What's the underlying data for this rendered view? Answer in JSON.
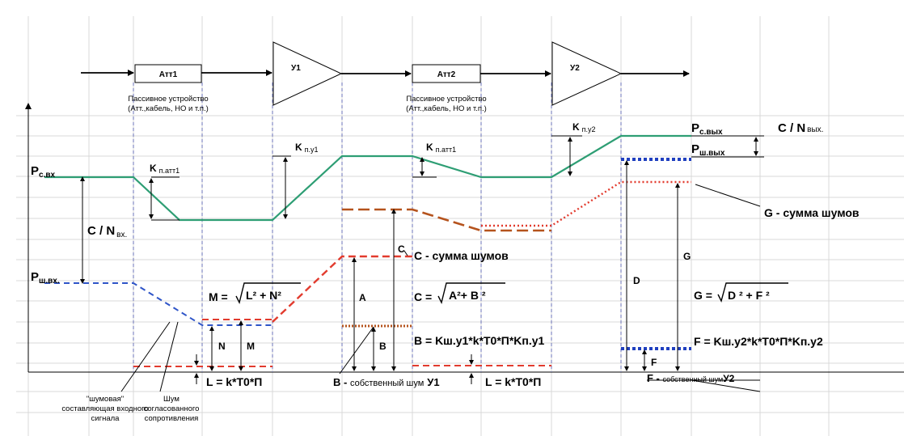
{
  "blocks": {
    "att1": "Атт1",
    "u1": "У1",
    "att2": "Атт2",
    "u2": "У2"
  },
  "captions": {
    "passive1_line1": "Пассивное устройство",
    "passive1_line2": "(Атт.,кабель, НО и т.п.)",
    "passive2_line1": "Пассивное устройство",
    "passive2_line2": "(Атт.,кабель, НО и т.п.)"
  },
  "levels": {
    "pc_in_main": "P",
    "pc_in_sub": "c.вх",
    "psh_in_main": "P",
    "psh_in_sub": "ш.вх.",
    "pc_out_main": "P",
    "pc_out_sub": "c.вых",
    "psh_out_main": "P",
    "psh_out_sub": "ш.вых"
  },
  "gains": {
    "k_att1_left_main": "K",
    "k_att1_left_sub": "п.атт1",
    "k_u1_main": "K",
    "k_u1_sub": "п.у1",
    "k_att1_right_main": "K",
    "k_att1_right_sub": "п.атт1",
    "k_u2_main": "K",
    "k_u2_sub": "п.у2"
  },
  "cn": {
    "cn_in_main": "C / N",
    "cn_in_sub": "вх.",
    "cn_out_main": "C / N",
    "cn_out_sub": "вых."
  },
  "letters": {
    "n": "N",
    "m": "M",
    "a": "A",
    "b": "B",
    "c": "C",
    "d": "D",
    "f": "F",
    "g": "G"
  },
  "formulas": {
    "m_left": "M =",
    "m_radicand": "L² + N²",
    "c_sum": "C - сумма шумов",
    "c_left": "C =",
    "c_radicand": "A²+ B ²",
    "b_formula": "B = Kш.у1*k*T0*П*Kп.у1",
    "l_formula_1": "L = k*T0*П",
    "l_formula_2": "L = k*T0*П",
    "g_sum": "G - сумма шумов",
    "g_left": "G =",
    "g_radicand": "D ² + F ²",
    "f_formula": "F = Kш.у2*k*T0*П*Kп.у2"
  },
  "annotations": {
    "b_own_main": "B - ",
    "b_own_rest": "собственный шум",
    "b_own_u": "У1",
    "f_own_main": "F - ",
    "f_own_rest": "собственный шум",
    "f_own_u": "У2",
    "noise_comp_1": "\"шумовая\"",
    "noise_comp_2": "составляющая входного",
    "noise_comp_3": "сигнала",
    "matched_1": "Шум",
    "matched_2": "согласованного",
    "matched_3": "сопротивления"
  },
  "colors": {
    "signal": "#2e9e74",
    "noise_in": "#2f55c8",
    "noise_c": "#e23b2e",
    "noise_att2": "#b5531d",
    "b_dots": "#b5531d",
    "g_dots": "#e23b2e",
    "out_dots": "#1f3fbf"
  }
}
